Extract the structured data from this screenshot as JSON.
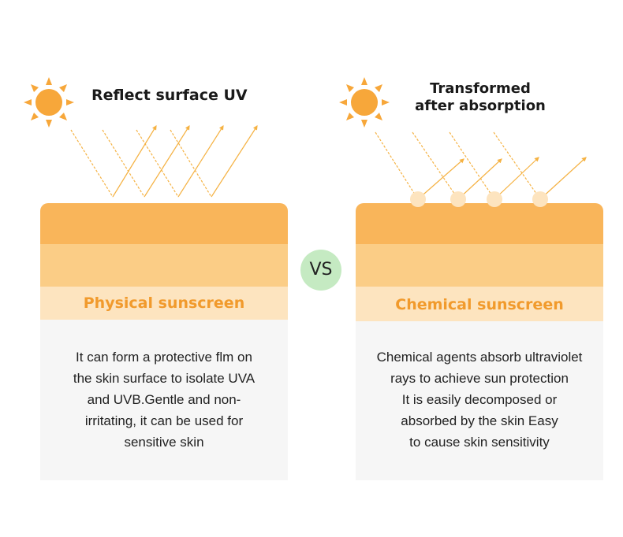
{
  "left_panel": {
    "heading": "Reflect surface UV",
    "layer_label": "Physical sunscreen",
    "description": [
      "It can form a protective flm on",
      "the skin surface to isolate UVA",
      "and UVB.Gentle and non-",
      "irritating, it can be used for",
      "sensitive skin"
    ]
  },
  "right_panel": {
    "heading": [
      "Transformed",
      "after absorption"
    ],
    "layer_label": "Chemical sunscreen",
    "description": [
      "Chemical agents absorb ultraviolet",
      "rays to achieve sun protection",
      "It is easily decomposed or",
      "absorbed by the skin Easy",
      "to cause skin sensitivity"
    ]
  },
  "vs_label": "VS",
  "colors": {
    "sun": "#f7a73a",
    "ray": "#f5b243",
    "arrow_red": "#e8391f",
    "layer_top": "#f9b55a",
    "layer_mid": "#fbcd86",
    "layer_label_bg": "#fde4bf",
    "label_text": "#f19a2c",
    "desc_bg": "#f6f6f6",
    "vs_bg": "#c5eac2"
  },
  "icons": [
    "sun-icon",
    "uv-ray-arrow",
    "absorption-particle"
  ]
}
